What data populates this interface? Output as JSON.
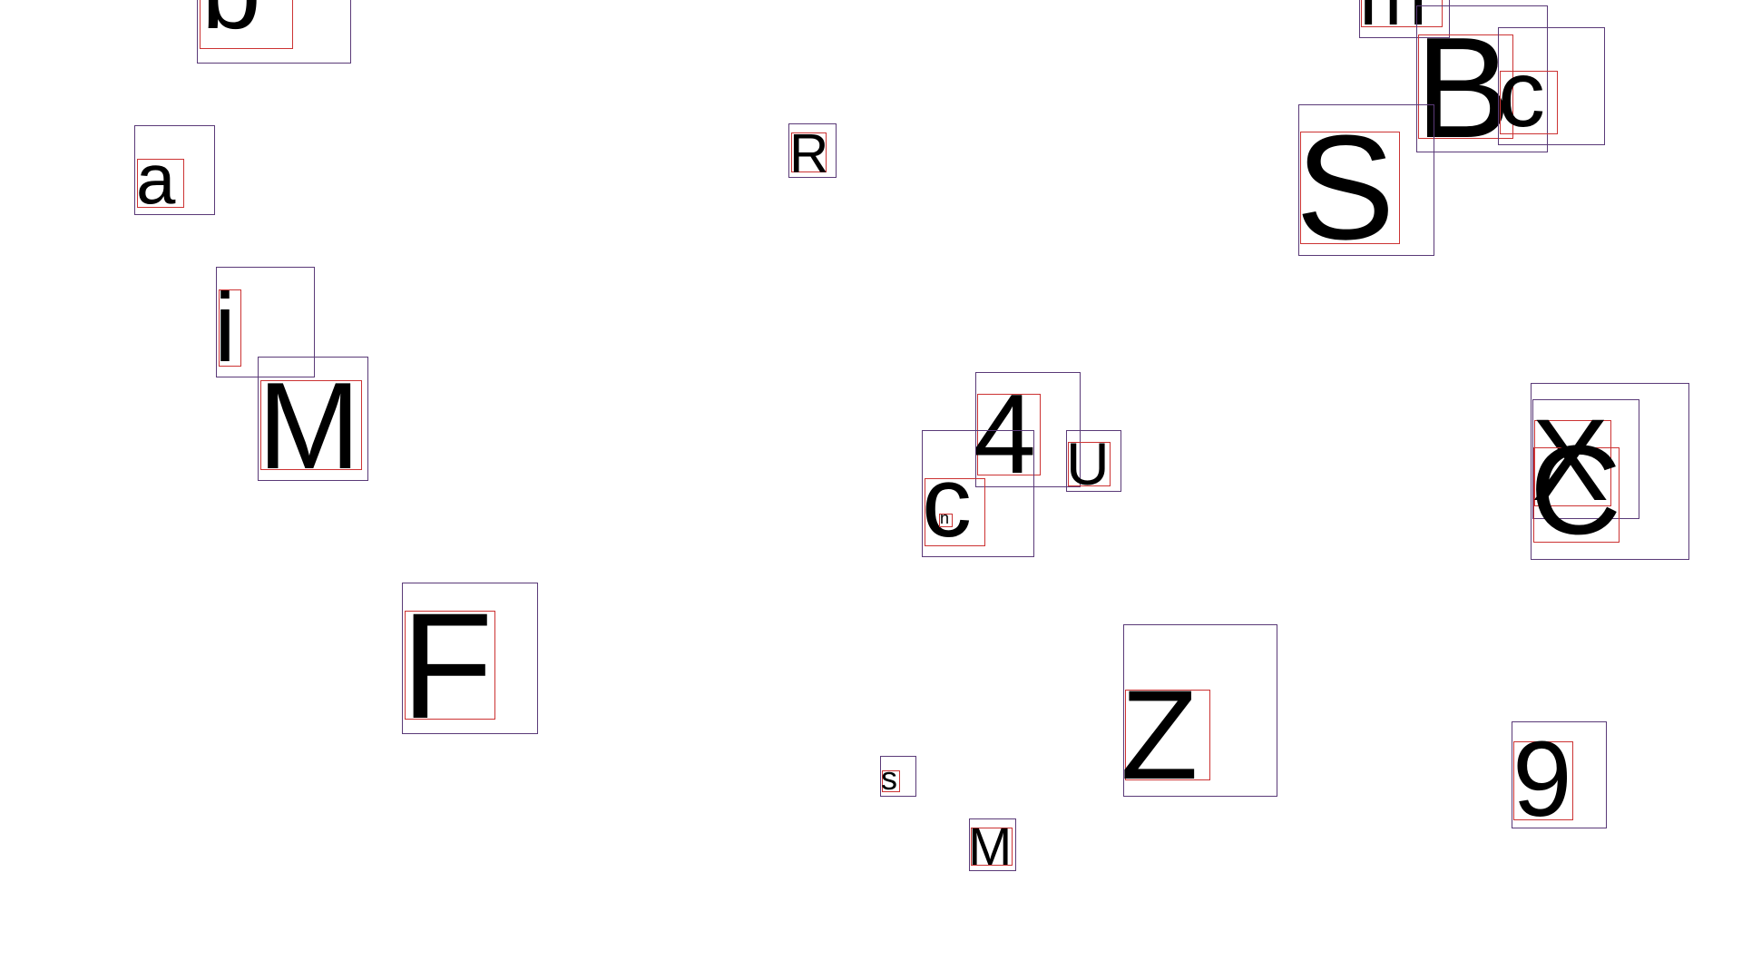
{
  "glyphs": [
    {
      "id": "b",
      "char": "b"
    },
    {
      "id": "a",
      "char": "a"
    },
    {
      "id": "i",
      "char": "i"
    },
    {
      "id": "M1",
      "char": "M"
    },
    {
      "id": "F",
      "char": "F"
    },
    {
      "id": "R",
      "char": "R"
    },
    {
      "id": "4",
      "char": "4"
    },
    {
      "id": "c1",
      "char": "c"
    },
    {
      "id": "n",
      "char": "n"
    },
    {
      "id": "U",
      "char": "U"
    },
    {
      "id": "s",
      "char": "s"
    },
    {
      "id": "M2",
      "char": "M"
    },
    {
      "id": "Z",
      "char": "Z"
    },
    {
      "id": "m",
      "char": "m"
    },
    {
      "id": "B",
      "char": "B"
    },
    {
      "id": "c2",
      "char": "c"
    },
    {
      "id": "S",
      "char": "S"
    },
    {
      "id": "X",
      "char": "X"
    },
    {
      "id": "C",
      "char": "C"
    },
    {
      "id": "9",
      "char": "9"
    }
  ],
  "colors": {
    "background": "#ffffff",
    "glyph_box_border": "#5a3a78",
    "ink_box_border": "#cc3333",
    "text": "#000000"
  }
}
